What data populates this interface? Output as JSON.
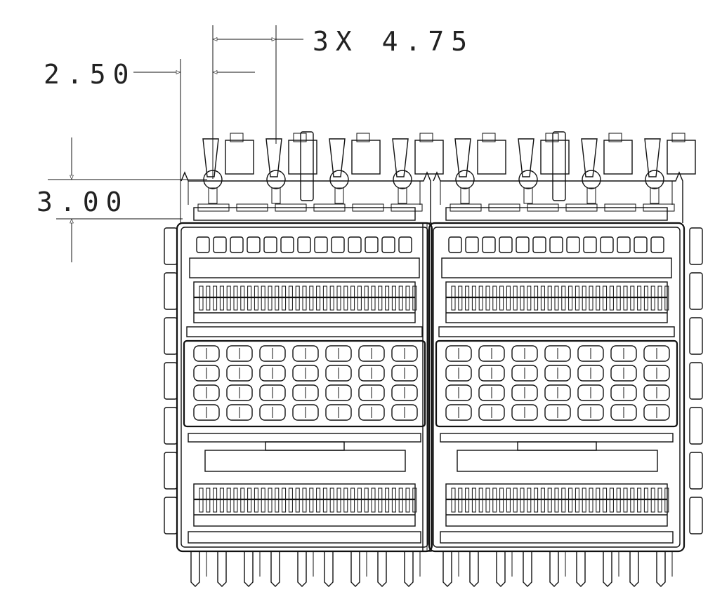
{
  "dimensions": {
    "pitch": {
      "text": "3X  4.75"
    },
    "offset": {
      "text": "2.50"
    },
    "height": {
      "text": "3.00"
    }
  },
  "connector": {
    "modules": 2,
    "ports_per_module": 4,
    "window_rows": 4,
    "window_cols": 7
  }
}
